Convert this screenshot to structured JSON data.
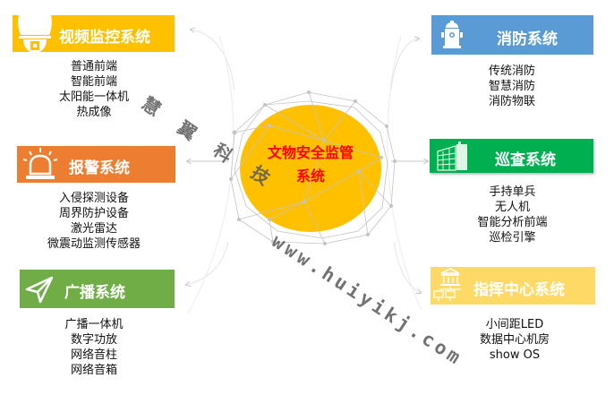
{
  "center": {
    "title_line1": "文物安全监管",
    "title_line2": "系统",
    "color": "#FFC000",
    "title_color": "#FF0000"
  },
  "systems": [
    {
      "id": "video",
      "title": "视频监控系统",
      "icon": "dome-camera-icon",
      "color": "#FFC000",
      "items": [
        "普通前端",
        "智能前端",
        "太阳能一体机",
        "热成像"
      ]
    },
    {
      "id": "alarm",
      "title": "报警系统",
      "icon": "alarm-beacon-icon",
      "color": "#ED7D31",
      "items": [
        "入侵探测设备",
        "周界防护设备",
        "激光雷达",
        "微震动监测传感器"
      ]
    },
    {
      "id": "broadcast",
      "title": "广播系统",
      "icon": "paper-plane-icon",
      "color": "#70AD47",
      "items": [
        "广播一体机",
        "数字功放",
        "网络音柱",
        "网络音箱"
      ]
    },
    {
      "id": "fire",
      "title": "消防系统",
      "icon": "fire-hydrant-icon",
      "color": "#5B9BD5",
      "items": [
        "传统消防",
        "智慧消防",
        "消防物联"
      ]
    },
    {
      "id": "patrol",
      "title": "巡查系统",
      "icon": "building-icon",
      "color": "#00B050",
      "items": [
        "手持单兵",
        "无人机",
        "智能分析前端",
        "巡检引擎"
      ]
    },
    {
      "id": "command",
      "title": "指挥中心系统",
      "icon": "network-museum-icon",
      "color": "#FFD966",
      "items": [
        "小间距LED",
        "数据中心机房",
        "show OS"
      ]
    }
  ],
  "watermark": {
    "chars": [
      "慧",
      "翼",
      "科",
      "技"
    ],
    "url": "www.huiyikj.com"
  }
}
